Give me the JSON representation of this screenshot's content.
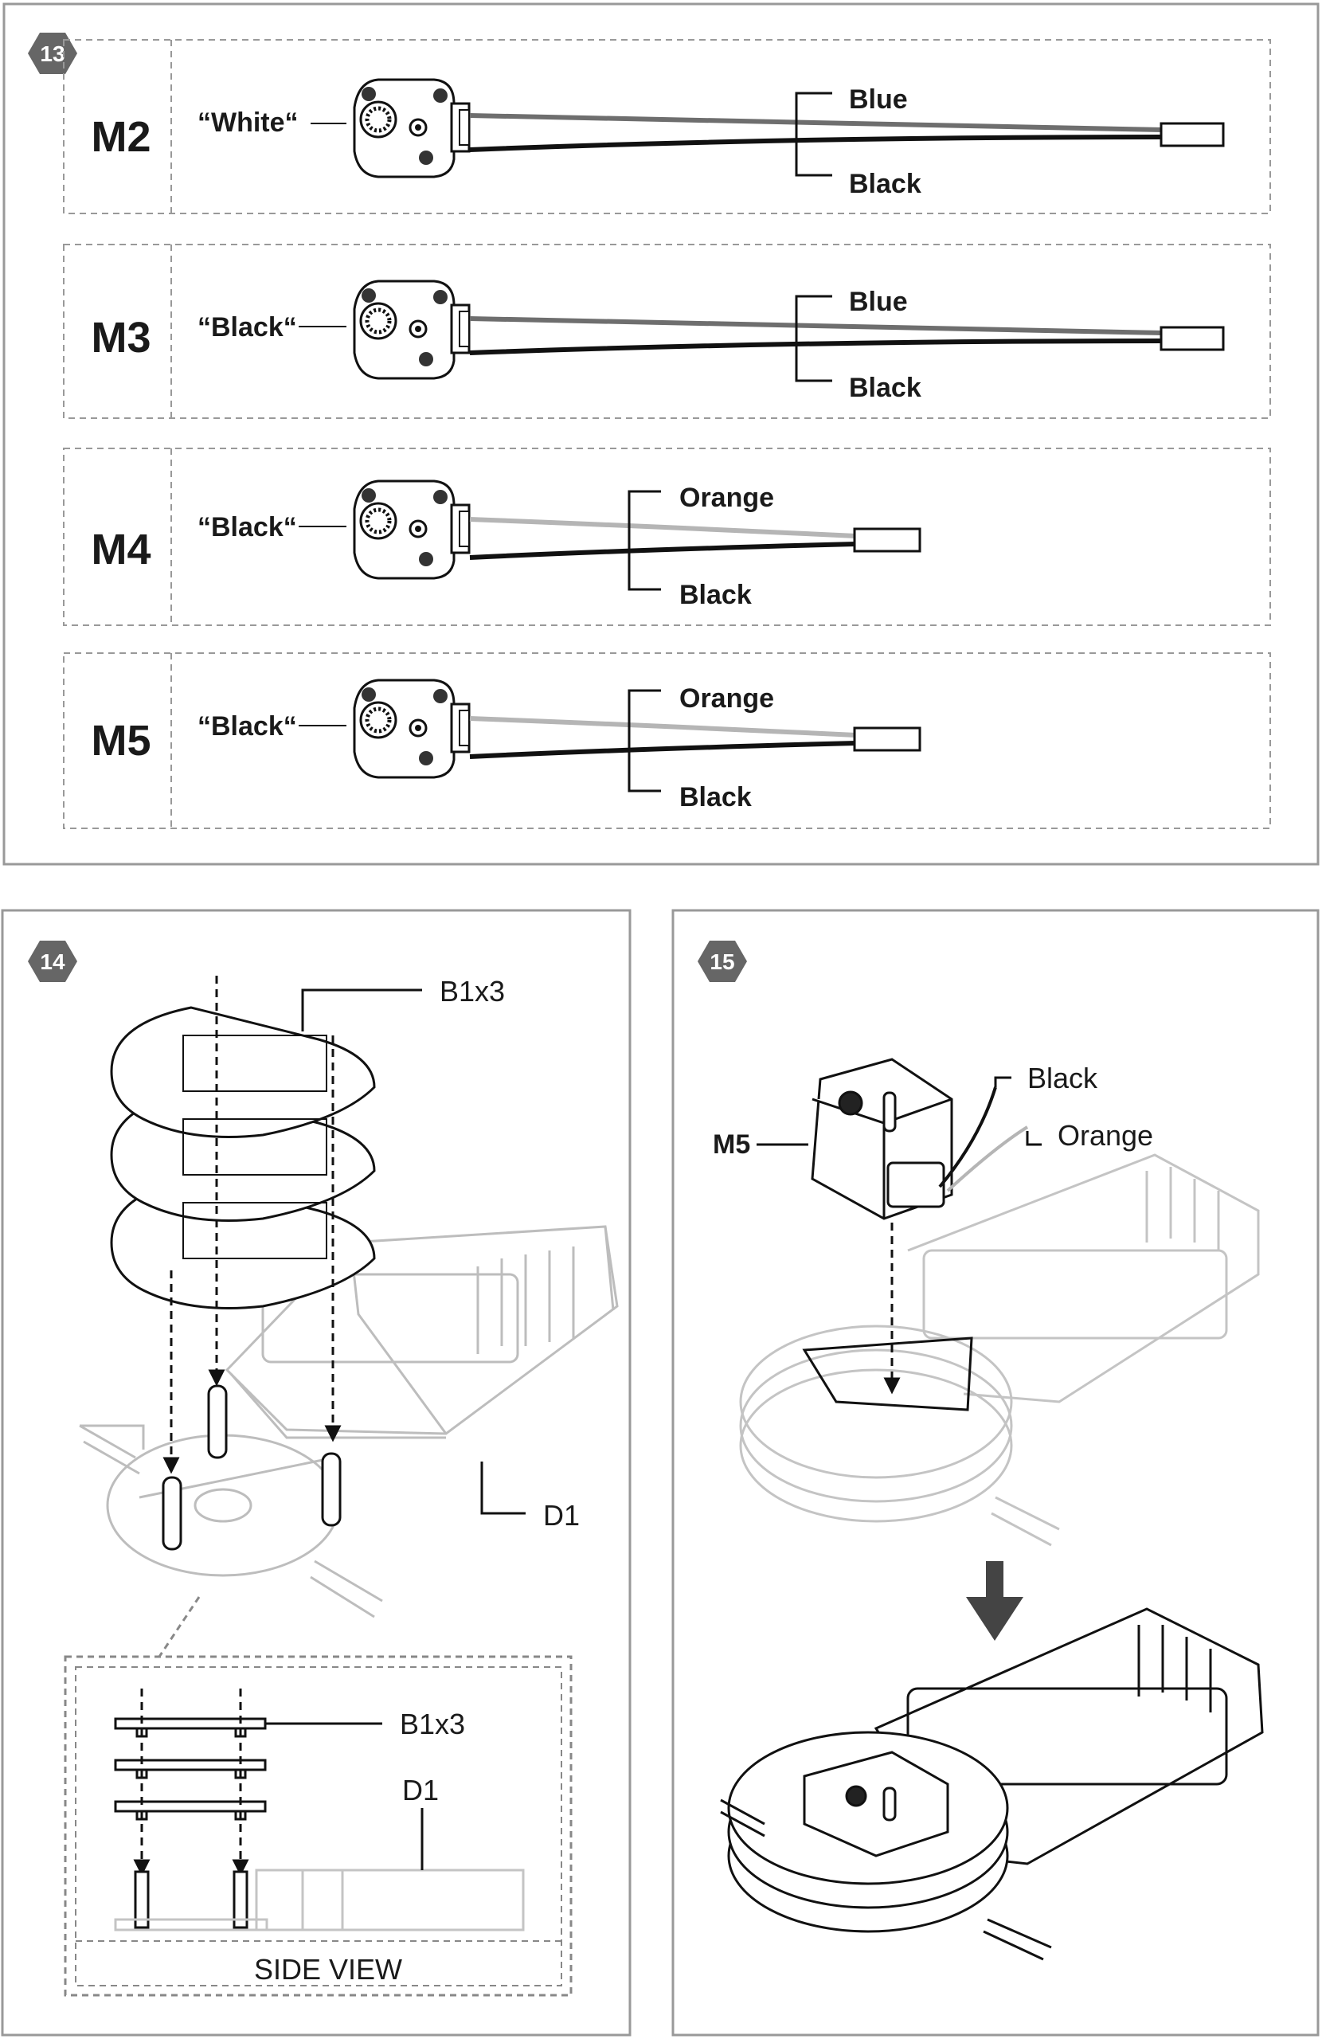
{
  "step13": {
    "number": "13",
    "rows": [
      {
        "motor": "M2",
        "quote": "“White“",
        "top_wire": "Blue",
        "bottom_wire": "Black"
      },
      {
        "motor": "M3",
        "quote": "“Black“",
        "top_wire": "Blue",
        "bottom_wire": "Black"
      },
      {
        "motor": "M4",
        "quote": "“Black“",
        "top_wire": "Orange",
        "bottom_wire": "Black"
      },
      {
        "motor": "M5",
        "quote": "“Black“",
        "top_wire": "Orange",
        "bottom_wire": "Black"
      }
    ]
  },
  "step14": {
    "number": "14",
    "part_label": "B1x3",
    "base_label": "D1",
    "inset": {
      "part_label": "B1x3",
      "base_label": "D1",
      "caption": "SIDE VIEW"
    }
  },
  "step15": {
    "number": "15",
    "motor_label": "M5",
    "wire_black": "Black",
    "wire_orange": "Orange"
  },
  "colors": {
    "blue_wire": "#6e6e6e",
    "orange_wire": "#b5b5b5",
    "black_wire": "#111111",
    "badge": "#666666"
  }
}
